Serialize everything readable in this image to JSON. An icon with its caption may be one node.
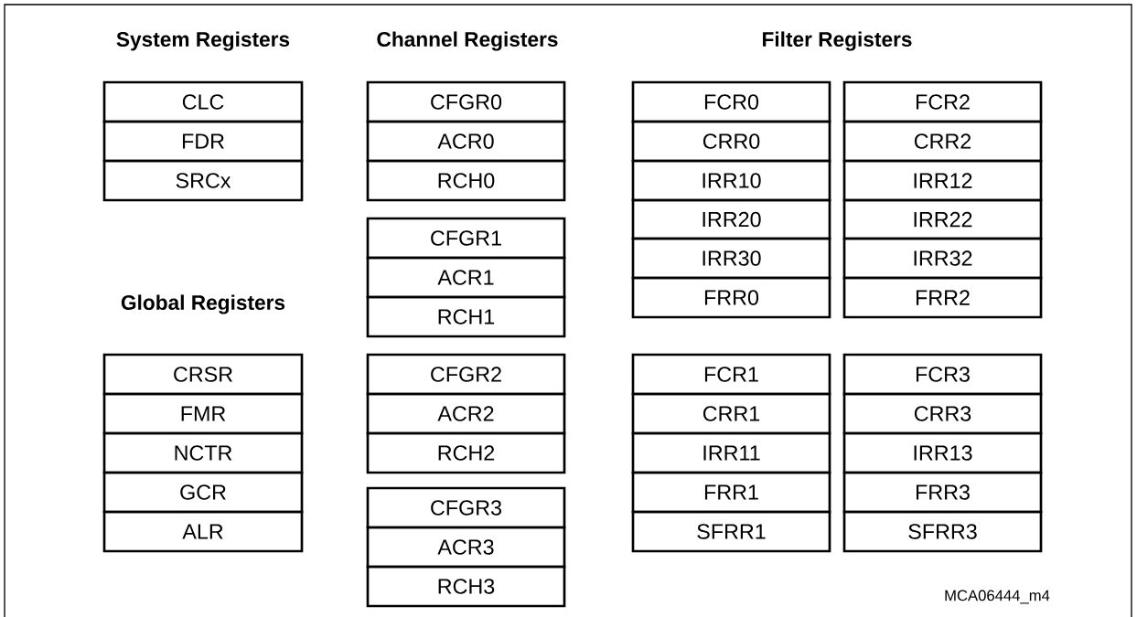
{
  "diagram": {
    "nodes": [
      {
        "text": [
          "CLC"
        ]
      },
      {
        "text": [
          "FDR"
        ]
      },
      {
        "text": [
          "SRCx"
        ]
      },
      {
        "text": [
          "CRSR"
        ]
      },
      {
        "text": [
          "FMR"
        ]
      },
      {
        "text": [
          "NCTR"
        ]
      },
      {
        "text": [
          "GCR"
        ]
      },
      {
        "text": [
          "ALR"
        ]
      },
      {
        "text": [
          "CFGR0"
        ]
      },
      {
        "text": [
          "ACR0"
        ]
      },
      {
        "text": [
          "RCH0"
        ]
      },
      {
        "text": [
          "CFGR1"
        ]
      },
      {
        "text": [
          "ACR1"
        ]
      },
      {
        "text": [
          "RCH1"
        ]
      },
      {
        "text": [
          "CFGR2"
        ]
      },
      {
        "text": [
          "ACR2"
        ]
      },
      {
        "text": [
          "RCH2"
        ]
      },
      {
        "text": [
          "CFGR3"
        ]
      },
      {
        "text": [
          "ACR3"
        ]
      },
      {
        "text": [
          "RCH3"
        ]
      },
      {
        "text": [
          "FCR0"
        ]
      },
      {
        "text": [
          "CRR0"
        ]
      },
      {
        "text": [
          "IRR10"
        ]
      },
      {
        "text": [
          "IRR20"
        ]
      },
      {
        "text": [
          "IRR30"
        ]
      },
      {
        "text": [
          "FRR0"
        ]
      },
      {
        "text": [
          "FCR2"
        ]
      },
      {
        "text": [
          "CRR2"
        ]
      },
      {
        "text": [
          "IRR12"
        ]
      },
      {
        "text": [
          "IRR22"
        ]
      },
      {
        "text": [
          "IRR32"
        ]
      },
      {
        "text": [
          "FRR2"
        ]
      },
      {
        "text": [
          "FCR1"
        ]
      },
      {
        "text": [
          "CRR1"
        ]
      },
      {
        "text": [
          "IRR11"
        ]
      },
      {
        "text": [
          "FRR1"
        ]
      },
      {
        "text": [
          "SFRR1"
        ]
      },
      {
        "text": [
          "FCR3"
        ]
      },
      {
        "text": [
          "CRR3"
        ]
      },
      {
        "text": [
          "IRR13"
        ]
      },
      {
        "text": [
          "FRR3"
        ]
      },
      {
        "text": [
          "SFRR3"
        ]
      }
    ],
    "labels": [
      "System Registers",
      "Channel Registers",
      "Filter Registers",
      "Global Registers",
      "MCA06444_m4"
    ]
  }
}
